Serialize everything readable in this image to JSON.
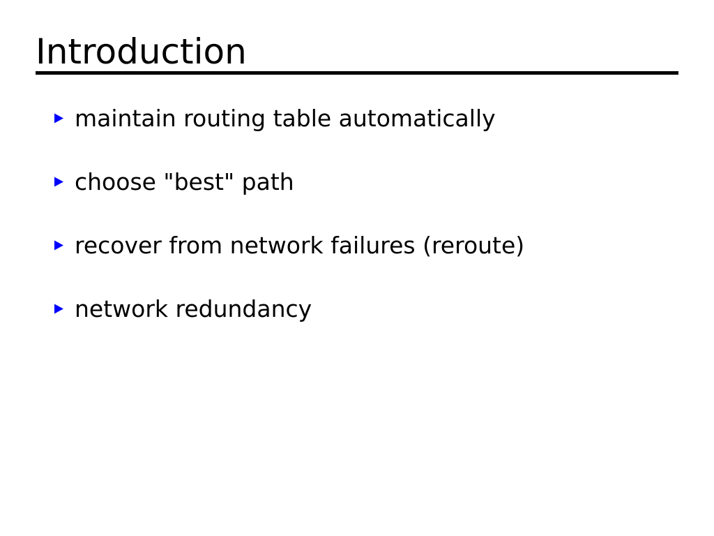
{
  "slide": {
    "title": "Introduction",
    "background_color": "#ffffff",
    "text_color": "#000000",
    "rule_color": "#000000",
    "bullet_color": "#0000ff",
    "bullet_icon": "triangle-right-icon",
    "bullets": [
      {
        "text": "maintain routing table automatically"
      },
      {
        "text": "choose \"best\" path"
      },
      {
        "text": "recover from network failures (reroute)"
      },
      {
        "text": "network redundancy"
      }
    ]
  }
}
